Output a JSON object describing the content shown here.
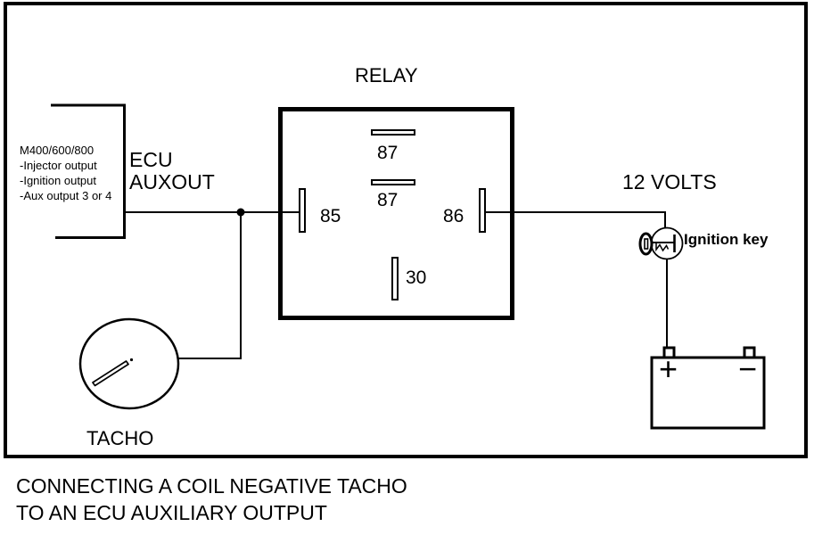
{
  "canvas": {
    "background": "#ffffff",
    "line_color": "#000000"
  },
  "caption": {
    "line1": "CONNECTING A COIL NEGATIVE TACHO",
    "line2": "TO AN ECU AUXILIARY OUTPUT"
  },
  "ecu": {
    "name_line1": "ECU",
    "name_line2": "AUXOUT",
    "notes": [
      "M400/600/800",
      "-Injector output",
      "-Ignition output",
      "-Aux output 3 or 4"
    ]
  },
  "relay": {
    "title": "RELAY",
    "pin_labels": {
      "p87_top": "87",
      "p87_mid": "87",
      "p85": "85",
      "p86": "86",
      "p30": "30"
    }
  },
  "power": {
    "supply_label": "12 VOLTS",
    "ignition_label": "Ignition key",
    "battery_positive": "+",
    "battery_negative": "−"
  },
  "tacho": {
    "label": "TACHO"
  },
  "icons": {
    "ignition_key": "ignition-key-icon",
    "battery": "battery-icon",
    "tacho_gauge": "tacho-gauge-icon",
    "junction": "junction-dot"
  }
}
